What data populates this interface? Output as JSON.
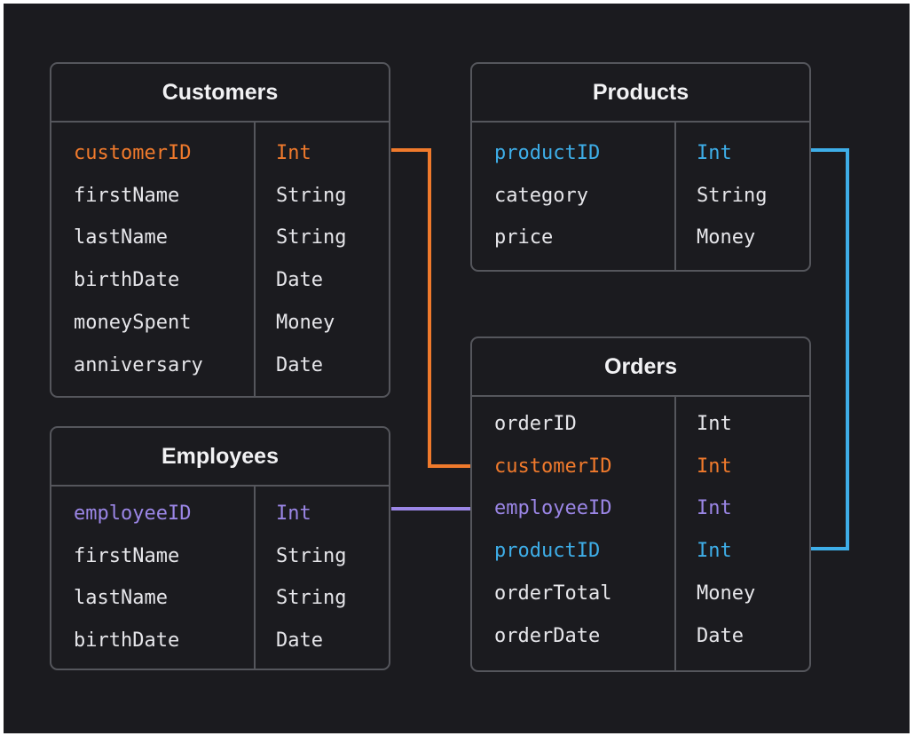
{
  "colors": {
    "background": "#1b1b1f",
    "border": "#55565c",
    "text": "#e6e6ea",
    "customer_key": "#f07a2c",
    "employee_key": "#9b86e6",
    "product_key": "#3eaee8"
  },
  "tables": {
    "customers": {
      "title": "Customers",
      "fields": [
        {
          "name": "customerID",
          "type": "Int",
          "highlight": "customer_key"
        },
        {
          "name": "firstName",
          "type": "String"
        },
        {
          "name": "lastName",
          "type": "String"
        },
        {
          "name": "birthDate",
          "type": "Date"
        },
        {
          "name": "moneySpent",
          "type": "Money"
        },
        {
          "name": "anniversary",
          "type": "Date"
        }
      ]
    },
    "employees": {
      "title": "Employees",
      "fields": [
        {
          "name": "employeeID",
          "type": "Int",
          "highlight": "employee_key"
        },
        {
          "name": "firstName",
          "type": "String"
        },
        {
          "name": "lastName",
          "type": "String"
        },
        {
          "name": "birthDate",
          "type": "Date"
        }
      ]
    },
    "products": {
      "title": "Products",
      "fields": [
        {
          "name": "productID",
          "type": "Int",
          "highlight": "product_key"
        },
        {
          "name": "category",
          "type": "String"
        },
        {
          "name": "price",
          "type": "Money"
        }
      ]
    },
    "orders": {
      "title": "Orders",
      "fields": [
        {
          "name": "orderID",
          "type": "Int"
        },
        {
          "name": "customerID",
          "type": "Int",
          "highlight": "customer_key"
        },
        {
          "name": "employeeID",
          "type": "Int",
          "highlight": "employee_key"
        },
        {
          "name": "productID",
          "type": "Int",
          "highlight": "product_key"
        },
        {
          "name": "orderTotal",
          "type": "Money"
        },
        {
          "name": "orderDate",
          "type": "Date"
        }
      ]
    }
  },
  "relationships": [
    {
      "from": "customers.customerID",
      "to": "orders.customerID",
      "color": "customer_key"
    },
    {
      "from": "employees.employeeID",
      "to": "orders.employeeID",
      "color": "employee_key"
    },
    {
      "from": "products.productID",
      "to": "orders.productID",
      "color": "product_key"
    }
  ]
}
